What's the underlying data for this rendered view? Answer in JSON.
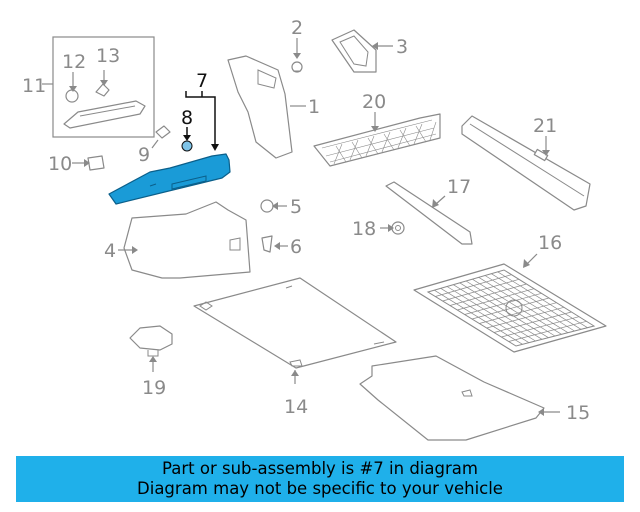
{
  "callouts": {
    "c1": "1",
    "c2": "2",
    "c3": "3",
    "c4": "4",
    "c5": "5",
    "c6": "6",
    "c7": "7",
    "c8": "8",
    "c9": "9",
    "c10": "10",
    "c11": "11",
    "c12": "12",
    "c13": "13",
    "c14": "14",
    "c15": "15",
    "c16": "16",
    "c17": "17",
    "c18": "18",
    "c19": "19",
    "c20": "20",
    "c21": "21"
  },
  "highlight": {
    "part_number": "7",
    "color": "#1a9bd7"
  },
  "banner": {
    "line1": "Part or sub-assembly is #7 in diagram",
    "line2": "Diagram may not be specific to your vehicle",
    "background": "#1fb0ea"
  }
}
